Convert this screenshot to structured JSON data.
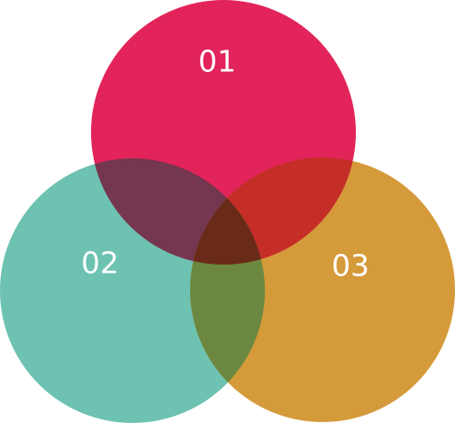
{
  "circles": [
    {
      "id": "01",
      "label": "01",
      "color": "#E2245A"
    },
    {
      "id": "02",
      "label": "02",
      "color": "#6DC2B1"
    },
    {
      "id": "03",
      "label": "03",
      "color": "#D59A3A"
    }
  ],
  "overlap_colors": {
    "01_02": "#75364F",
    "01_03": "#C42E27",
    "02_03": "#6C8840",
    "center": "#6A2A18"
  }
}
